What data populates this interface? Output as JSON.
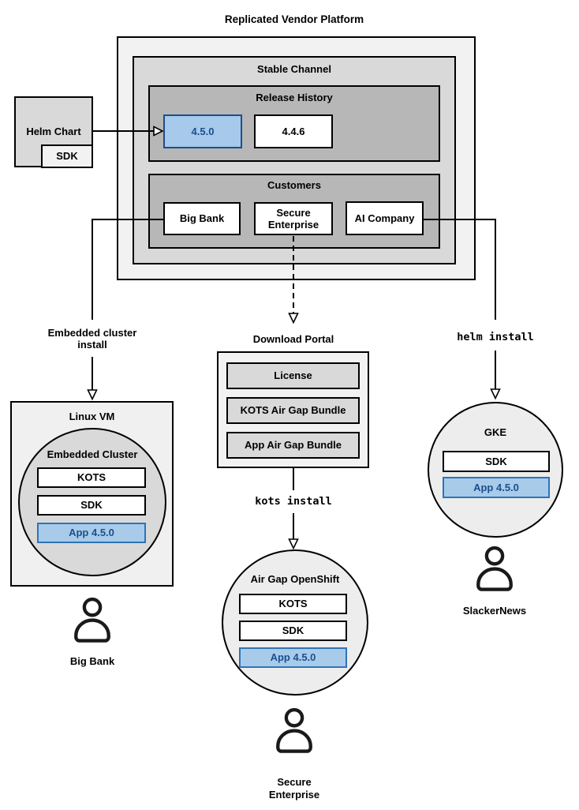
{
  "diagram": {
    "title": "Replicated Vendor Platform"
  },
  "platform": {
    "stable_channel_title": "Stable Channel",
    "release_history": {
      "title": "Release History",
      "releases": [
        {
          "version": "4.5.0",
          "highlighted": true
        },
        {
          "version": "4.4.6",
          "highlighted": false
        }
      ]
    },
    "customers": {
      "title": "Customers",
      "items": [
        {
          "name": "Big Bank"
        },
        {
          "name": "Secure Enterprise"
        },
        {
          "name": "AI Company"
        }
      ]
    }
  },
  "helm_chart": {
    "label": "Helm Chart",
    "sdk_label": "SDK"
  },
  "flows": {
    "embedded_cluster_install": "Embedded cluster install",
    "kots_install": "kots install",
    "helm_install": "helm install"
  },
  "download_portal": {
    "title": "Download Portal",
    "items": [
      {
        "label": "License"
      },
      {
        "label": "KOTS Air Gap Bundle"
      },
      {
        "label": "App Air Gap Bundle"
      }
    ]
  },
  "deployments": {
    "big_bank": {
      "host_title": "Linux VM",
      "cluster_title": "Embedded Cluster",
      "components": [
        {
          "label": "KOTS"
        },
        {
          "label": "SDK"
        }
      ],
      "app_label": "App 4.5.0",
      "user": "Big Bank"
    },
    "secure_enterprise": {
      "cluster_title": "Air Gap OpenShift",
      "components": [
        {
          "label": "KOTS"
        },
        {
          "label": "SDK"
        }
      ],
      "app_label": "App 4.5.0",
      "user": "Secure Enterprise"
    },
    "slackernews": {
      "cluster_title": "GKE",
      "components": [
        {
          "label": "SDK"
        }
      ],
      "app_label": "App 4.5.0",
      "user": "SlackerNews"
    }
  },
  "colors": {
    "platform_bg": "#f2f2f2",
    "channel_bg": "#d9d9d9",
    "section_bg": "#b7b7b7",
    "node_bg": "#ededed",
    "cluster_circle_bg": "#d9d9d9",
    "release_highlight_fill": "#a6c9ec",
    "release_highlight_border": "#1d4e89",
    "app_fill": "#a9cbea",
    "app_border": "#2e74b5",
    "blue_text": "#1a4f8f",
    "outline": "#000000"
  }
}
